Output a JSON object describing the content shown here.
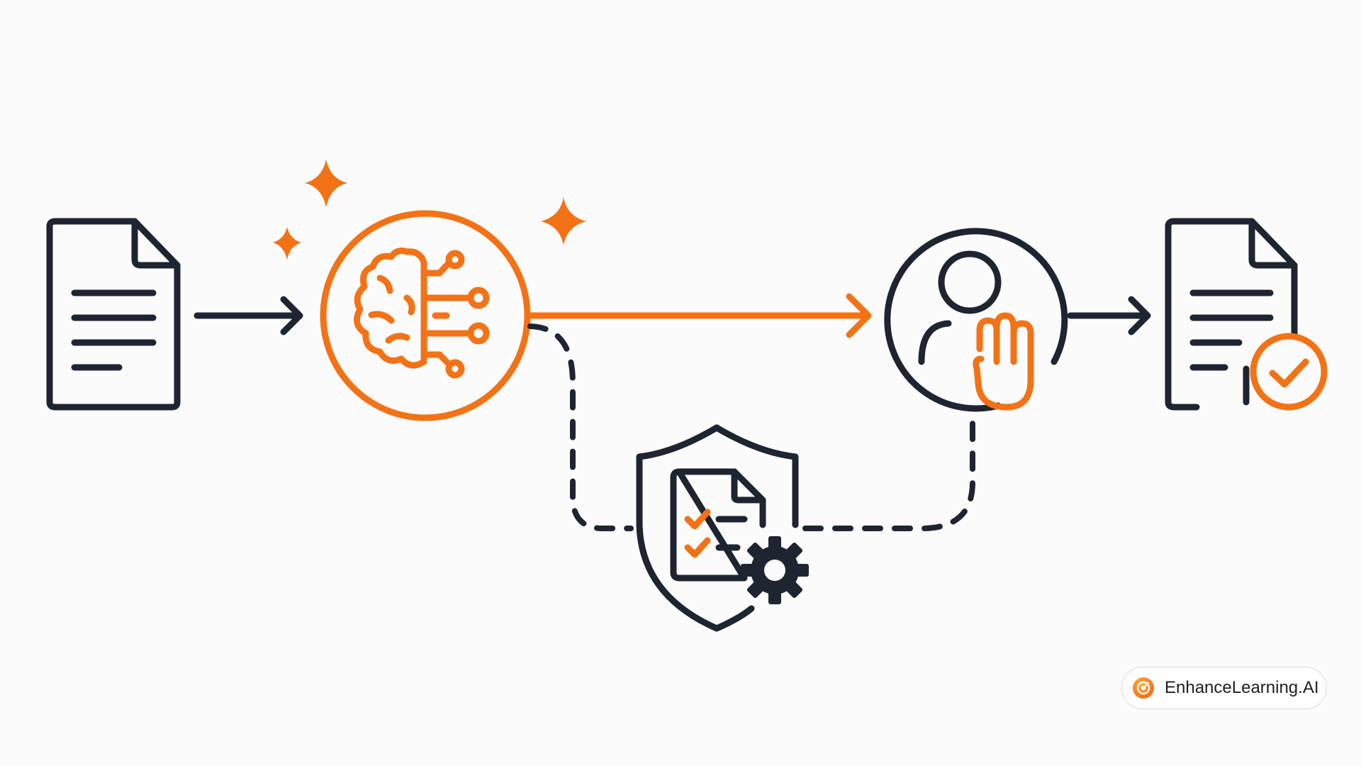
{
  "brand": {
    "name": "EnhanceLearning.AI",
    "logo_icon": "target-logo-icon"
  },
  "colors": {
    "accent": "#f47216",
    "ink": "#1e2530",
    "background": "#fbfbfb"
  },
  "diagram": {
    "nodes": [
      {
        "id": "input-document",
        "icon": "document-icon"
      },
      {
        "id": "ai-model",
        "icon": "brain-circuit-icon"
      },
      {
        "id": "human-review",
        "icon": "person-stop-hand-icon"
      },
      {
        "id": "approved-document",
        "icon": "document-check-icon"
      },
      {
        "id": "policy-governance",
        "icon": "shield-checklist-gear-icon"
      }
    ],
    "edges": [
      {
        "from": "input-document",
        "to": "ai-model",
        "style": "solid"
      },
      {
        "from": "ai-model",
        "to": "human-review",
        "style": "solid",
        "color": "accent"
      },
      {
        "from": "human-review",
        "to": "approved-document",
        "style": "solid"
      },
      {
        "from": "ai-model",
        "to": "policy-governance",
        "style": "dashed"
      },
      {
        "from": "policy-governance",
        "to": "human-review",
        "style": "dashed"
      }
    ]
  }
}
